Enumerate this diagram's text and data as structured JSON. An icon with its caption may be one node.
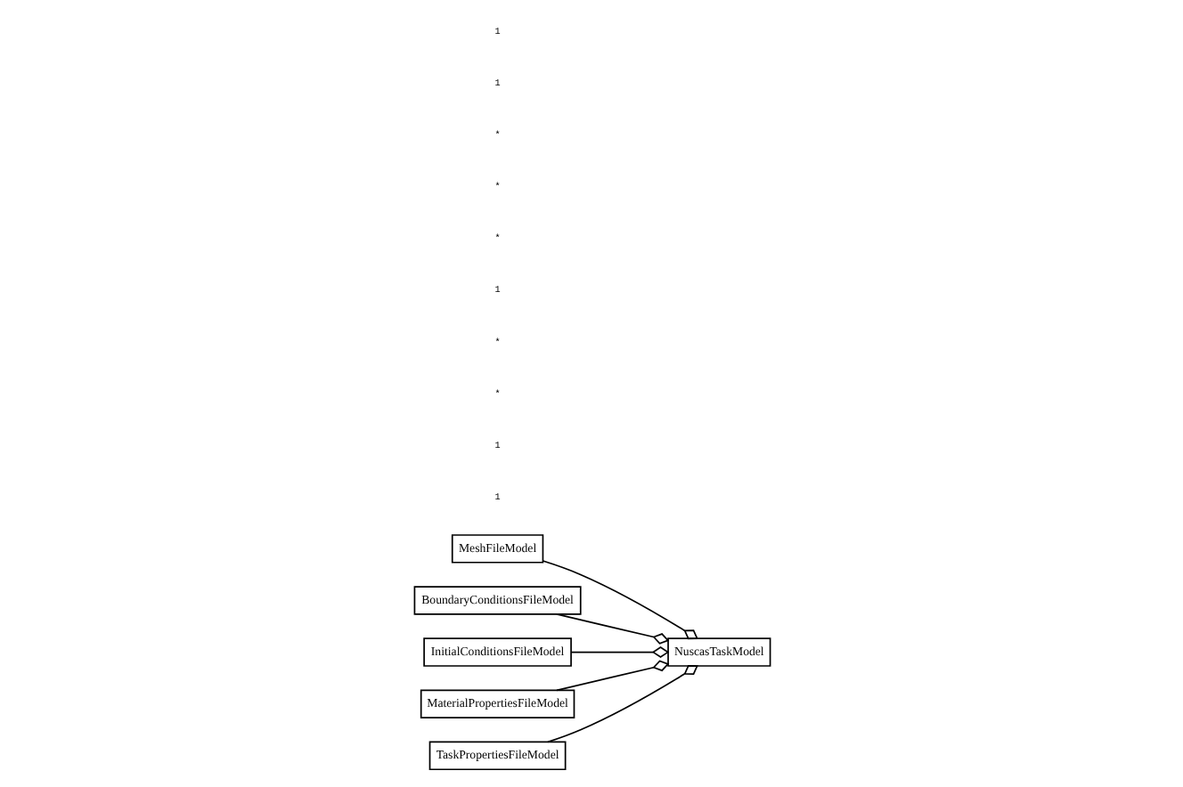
{
  "diagram": {
    "nodes": [
      {
        "text": [
          "MeshFileModel"
        ]
      },
      {
        "text": [
          "BoundaryConditionsFileModel"
        ]
      },
      {
        "text": [
          "InitialConditionsFileModel"
        ]
      },
      {
        "text": [
          "MaterialPropertiesFileModel"
        ]
      },
      {
        "text": [
          "TaskPropertiesFileModel"
        ]
      },
      {
        "text": [
          "NuscasTaskModel"
        ]
      }
    ],
    "edges": [
      {
        "from": 0,
        "to": 5,
        "arrow": "other"
      },
      {
        "from": 1,
        "to": 5,
        "arrow": "other"
      },
      {
        "from": 2,
        "to": 5,
        "arrow": "other"
      },
      {
        "from": 3,
        "to": 5,
        "arrow": "other"
      },
      {
        "from": 4,
        "to": 5,
        "arrow": "other"
      }
    ],
    "labels": [
      "1",
      "1",
      "*",
      "*",
      "1",
      "*",
      "*",
      "*",
      "1",
      "1"
    ]
  }
}
